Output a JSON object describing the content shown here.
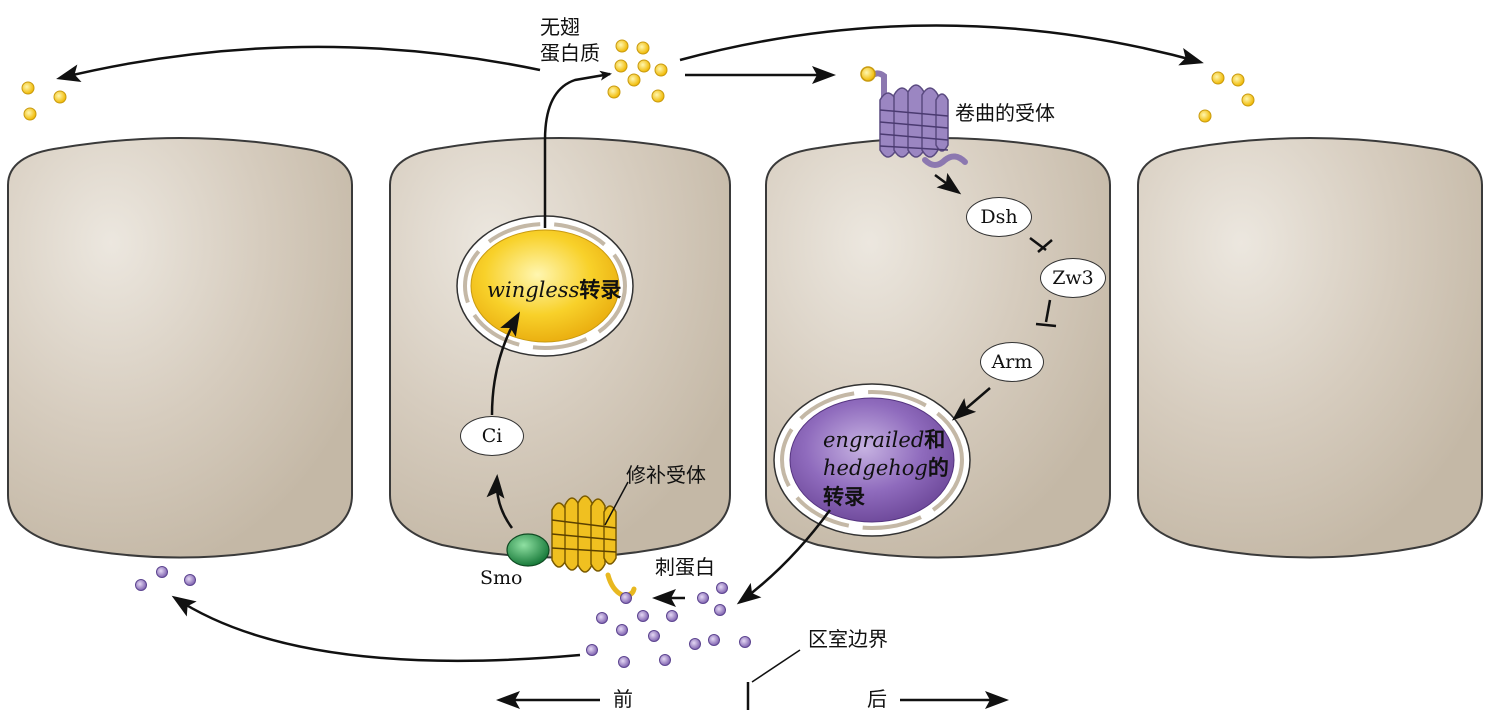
{
  "labels": {
    "wingless_protein": [
      "无翅",
      "蛋白质"
    ],
    "frizzled_receptor": "卷曲的受体",
    "patched_receptor": "修补受体",
    "smo": "Smo",
    "hedgehog_protein": "刺蛋白",
    "compartment_boundary": "区室边界",
    "anterior": "前",
    "posterior": "后"
  },
  "signaling_nodes": {
    "dsh": "Dsh",
    "zw3": "Zw3",
    "arm": "Arm",
    "ci": "Ci"
  },
  "nuclei": {
    "wingless": {
      "gene": "wingless",
      "suffix": "转录",
      "color": "#f5c41a"
    },
    "engrailed_hedgehog": {
      "gene1": "engrailed",
      "joiner": "和",
      "gene2": "hedgehog",
      "suffix1": "的",
      "suffix2": "转录",
      "color": "#7e5aa6"
    }
  },
  "colors": {
    "cell_fill": "#cbbfae",
    "cell_stroke": "#3a3a3a",
    "wingless_dot": "#f5c81e",
    "hedgehog_dot": "#9a80c0",
    "smo": "#2e9a4e",
    "patched": "#e8b820",
    "frizzled": "#8c78b0"
  }
}
